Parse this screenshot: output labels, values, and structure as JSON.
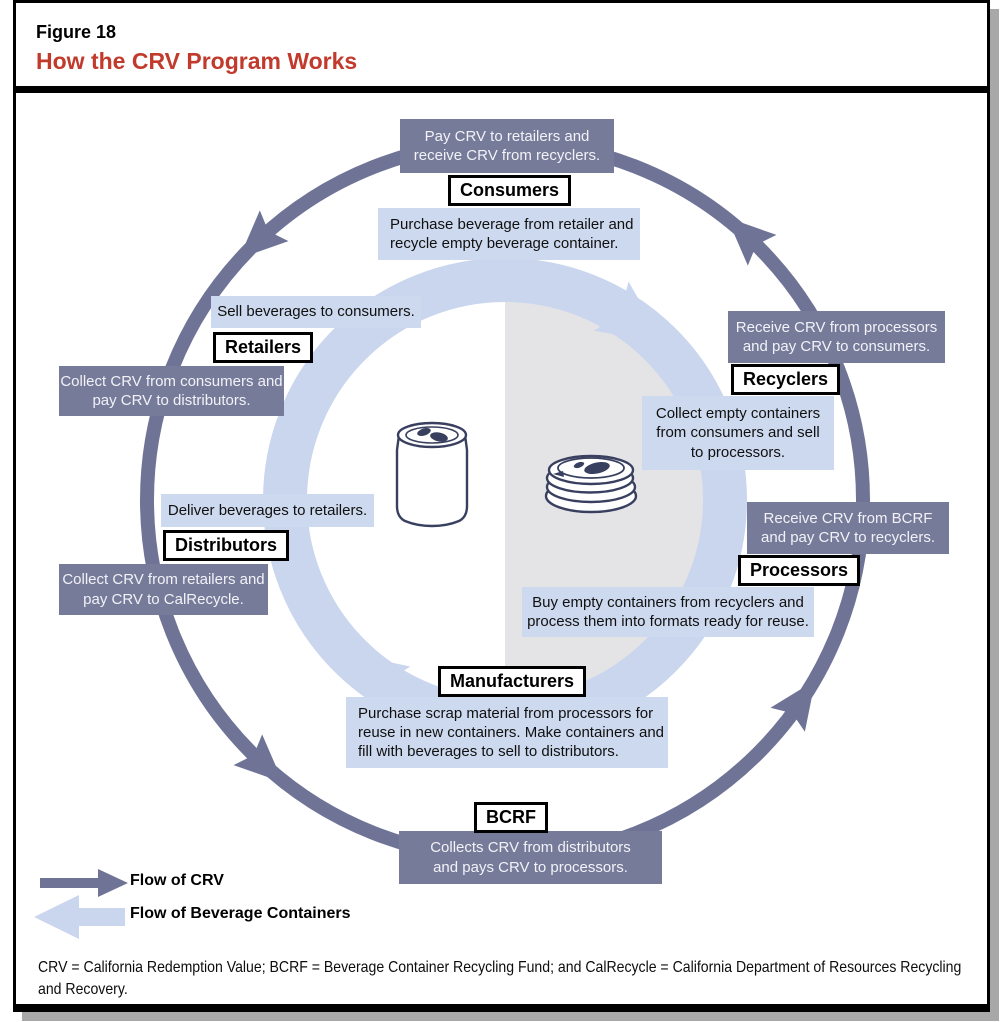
{
  "figure": {
    "label": "Figure 18",
    "title": "How the CRV Program Works"
  },
  "diagram": {
    "entities": [
      {
        "id": "consumers",
        "label": "Consumers",
        "crv": "Pay CRV to retailers and\nreceive CRV from recyclers.",
        "containers": "Purchase beverage from retailer and\nrecycle empty beverage container."
      },
      {
        "id": "retailers",
        "label": "Retailers",
        "crv": "Collect CRV from consumers and\npay CRV to distributors.",
        "containers": "Sell beverages to consumers."
      },
      {
        "id": "recyclers",
        "label": "Recyclers",
        "crv": "Receive CRV from processors\nand pay CRV to consumers.",
        "containers": "Collect empty containers\nfrom consumers and sell\nto processors."
      },
      {
        "id": "distributors",
        "label": "Distributors",
        "crv": "Collect CRV from retailers and\npay CRV to CalRecycle.",
        "containers": "Deliver beverages to retailers."
      },
      {
        "id": "processors",
        "label": "Processors",
        "crv": "Receive CRV from BCRF\nand pay CRV to recyclers.",
        "containers": "Buy empty containers from recyclers and\nprocess them into formats ready for reuse."
      },
      {
        "id": "manufacturers",
        "label": "Manufacturers",
        "containers": "Purchase scrap material from processors for\nreuse in new containers. Make containers and\nfill with beverages to sell to distributors."
      },
      {
        "id": "bcrf",
        "label": "BCRF",
        "crv": "Collects CRV from distributors\nand pays CRV to processors."
      }
    ],
    "icons": [
      "full-beverage-can",
      "crushed-beverage-can"
    ]
  },
  "legend": {
    "crv": {
      "label": "Flow of CRV",
      "color": "#6F7497"
    },
    "containers": {
      "label": "Flow of Beverage Containers",
      "color": "#C9D6EE"
    }
  },
  "footnote": "CRV = California Redemption Value; BCRF = Beverage Container Recycling Fund; and CalRecycle = California Department of Resources Recycling and Recovery.",
  "colors": {
    "title": "#C13A2C",
    "crv_flow": "#6F7497",
    "container_flow": "#C9D6EE",
    "recycled_phase_background": "#E4E3E6"
  }
}
